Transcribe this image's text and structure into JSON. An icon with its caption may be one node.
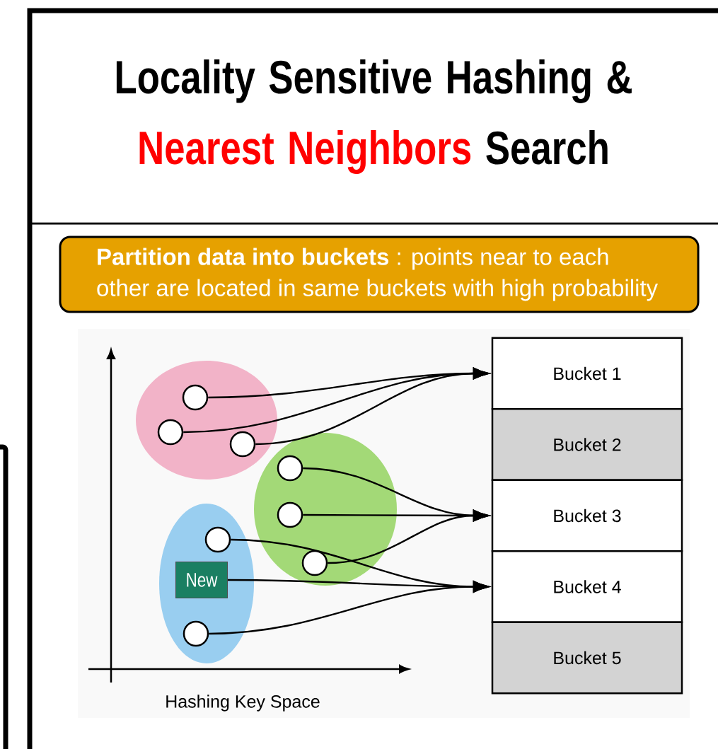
{
  "diagram": {
    "title": "Locality Sensitive Hashing & *Nearest Neighbors* Search",
    "nodes": [
      {
        "text": [
          "**Partition data into buckets** : points near to each other are located in same buckets with high probability"
        ]
      },
      {
        "text": [],
        "shape": "ellipse"
      },
      {
        "text": [],
        "shape": "circle",
        "in": 1
      },
      {
        "text": [],
        "shape": "circle",
        "in": 1
      },
      {
        "text": [],
        "shape": "circle",
        "in": 1
      },
      {
        "text": [],
        "shape": "ellipse"
      },
      {
        "text": [],
        "shape": "circle",
        "in": 5
      },
      {
        "text": [],
        "shape": "circle",
        "in": 5
      },
      {
        "text": [],
        "shape": "circle",
        "in": 5
      },
      {
        "text": [],
        "shape": "ellipse"
      },
      {
        "text": [],
        "shape": "circle",
        "in": 9
      },
      {
        "text": [
          "New"
        ],
        "in": 9
      },
      {
        "text": [],
        "shape": "circle",
        "in": 9
      },
      {
        "text": [
          "Bucket 1"
        ]
      },
      {
        "text": [
          "Bucket 2"
        ]
      },
      {
        "text": [
          "Bucket 3"
        ]
      },
      {
        "text": [
          "Bucket 4"
        ]
      },
      {
        "text": [
          "Bucket 5"
        ]
      }
    ],
    "edges": [
      {
        "from": 2,
        "to": 13,
        "arrow": "to"
      },
      {
        "from": 3,
        "to": 13,
        "arrow": "to"
      },
      {
        "from": 4,
        "to": 13,
        "arrow": "to"
      },
      {
        "from": 6,
        "to": 15,
        "arrow": "to"
      },
      {
        "from": 7,
        "to": 15,
        "arrow": "to"
      },
      {
        "from": 8,
        "to": 15,
        "arrow": "to"
      },
      {
        "from": 10,
        "to": 16,
        "arrow": "to"
      },
      {
        "from": 11,
        "to": 16,
        "arrow": "to"
      },
      {
        "from": 12,
        "to": 16,
        "arrow": "to"
      }
    ],
    "labels": [
      "Hashing Key Space"
    ]
  }
}
